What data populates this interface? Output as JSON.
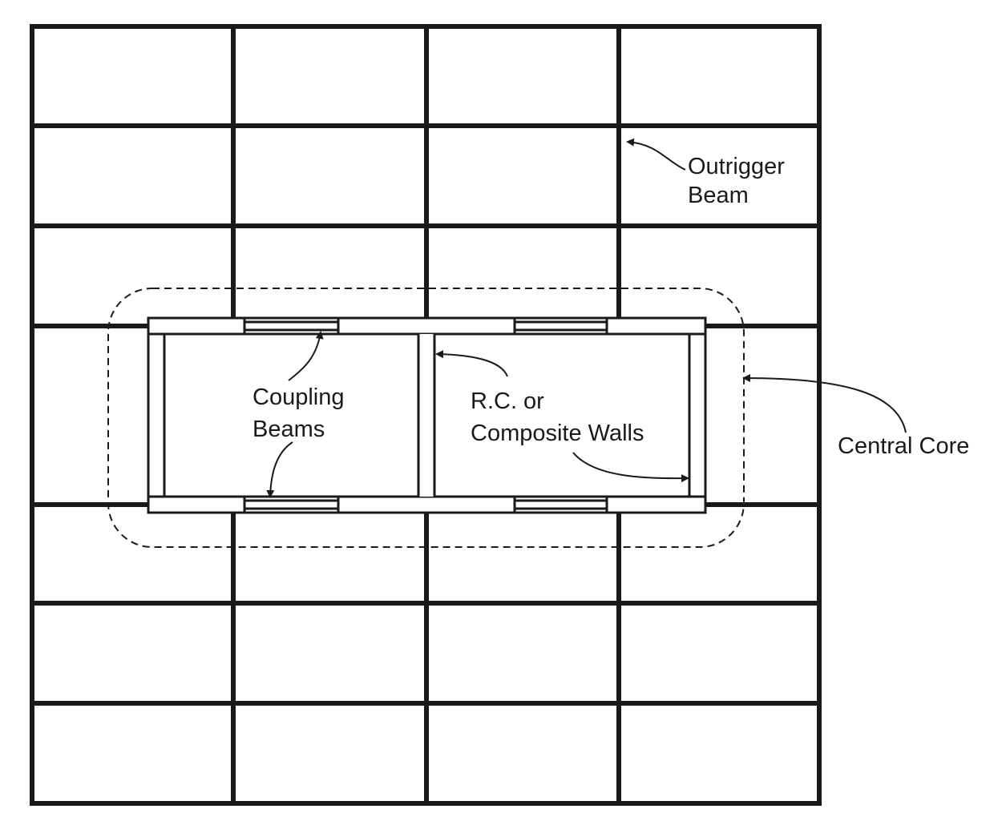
{
  "diagram": {
    "labels": {
      "outrigger_line1": "Outrigger",
      "outrigger_line2": "Beam",
      "coupling_line1": "Coupling",
      "coupling_line2": "Beams",
      "walls_line1": "R.C. or",
      "walls_line2": "Composite Walls",
      "central_core": "Central Core"
    },
    "colors": {
      "line": "#1a1a1a",
      "background": "#ffffff"
    }
  }
}
